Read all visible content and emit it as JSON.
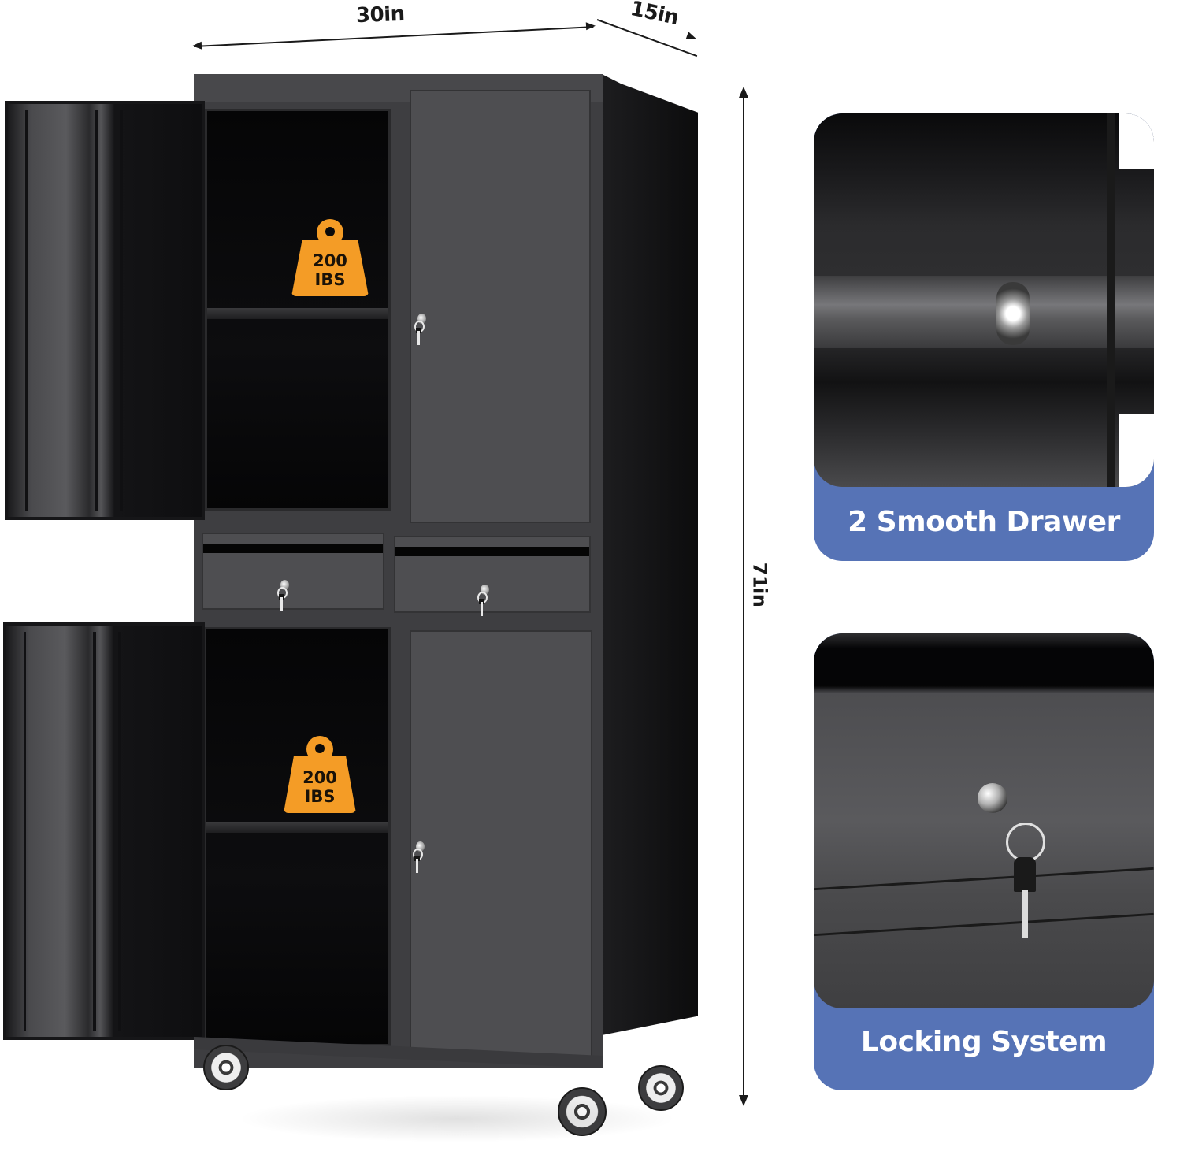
{
  "dimensions": {
    "width_label": "30in",
    "depth_label": "15in",
    "height_label": "71in"
  },
  "cabinet": {
    "color": "#4e4e51",
    "upper_compartment": {
      "capacity_value": "200",
      "capacity_unit": "IBS"
    },
    "lower_compartment": {
      "capacity_value": "200",
      "capacity_unit": "IBS"
    },
    "drawers": 2,
    "wheels": 4
  },
  "feature_cards": [
    {
      "label": "2 Smooth Drawer",
      "image": "drawer-slide-closeup"
    },
    {
      "label": "Locking System",
      "image": "key-lock-closeup"
    }
  ],
  "colors": {
    "badge_orange": "#f49c26",
    "card_blue": "#5673b6",
    "text_white": "#ffffff",
    "cabinet_gray": "#4e4e51"
  }
}
